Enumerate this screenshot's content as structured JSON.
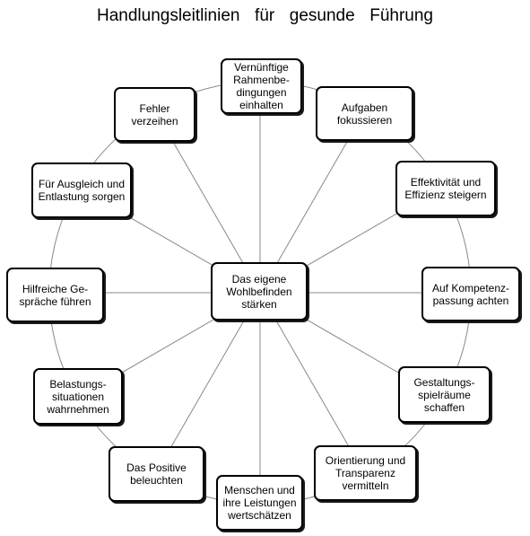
{
  "title": "Handlungsleitlinien  für  gesunde  Führung",
  "center": "Das eigene\nWohlbefinden\nstärken",
  "nodes": [
    "Vernünftige\nRahmenbe-\ndingungen\neinhalten",
    "Aufgaben\nfokussieren",
    "Effektivität und\nEffizienz steigern",
    "Auf Kompetenz-\npassung achten",
    "Gestaltungs-\nspielräume\nschaffen",
    "Orientierung und\nTransparenz\nvermitteln",
    "Menschen und\nihre Leistungen\nwertschätzen",
    "Das Positive\nbeleuchten",
    "Belastungs-\nsituationen\nwahrnehmen",
    "Hilfreiche Ge-\nspräche führen",
    "Für Ausgleich und\nEntlastung sorgen",
    "Fehler\nverzeihen"
  ]
}
